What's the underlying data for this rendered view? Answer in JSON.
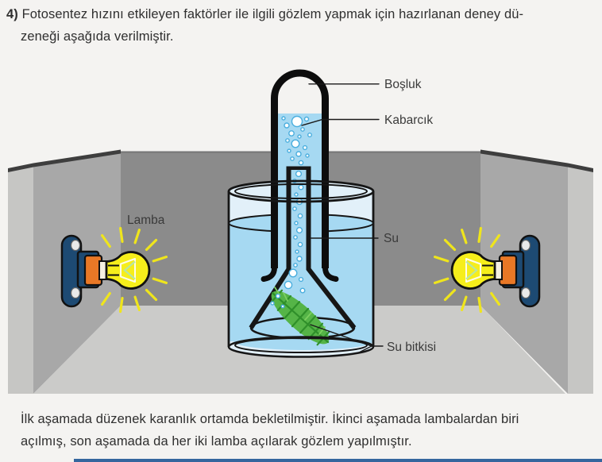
{
  "question": {
    "number_label": "4)",
    "intro_line1": "Fotosentez hızını etkileyen faktörler ile ilgili gözlem yapmak için hazırlanan deney dü-",
    "intro_line2": "zeneği aşağıda verilmiştir.",
    "footer_line1": "İlk aşamada düzenek karanlık ortamda bekletilmiştir. İkinci aşamada lambalardan biri",
    "footer_line2": "açılmış, son aşamada da her iki lamba açılarak gözlem yapılmıştır."
  },
  "diagram": {
    "labels": {
      "empty_space": "Boşluk",
      "bubble": "Kabarcık",
      "lamp": "Lamba",
      "water": "Su",
      "water_plant": "Su bitkisi"
    }
  },
  "colors": {
    "background": "#f4f3f1",
    "text": "#2f2f2f",
    "label": "#3a3a3a",
    "wall_back": "#8b8b8b",
    "wall_side": "#a8a8a8",
    "wall_edge": "#c6c6c4",
    "wall_top": "#3e3e3e",
    "floor": "#cbcbc9",
    "water": "#a6d9f2",
    "water_pale": "#e2f0f9",
    "bubble": "#4aaede",
    "plant": "#55b447",
    "plant_dark": "#2f8f2a",
    "plant_light": "#7ccf5f",
    "lamp_navy": "#1d4a73",
    "lamp_orange": "#e97826",
    "lamp_cream": "#f5f0e1",
    "bulb": "#f6ee1b",
    "ray": "#efe51c",
    "divider": "#35669e"
  }
}
